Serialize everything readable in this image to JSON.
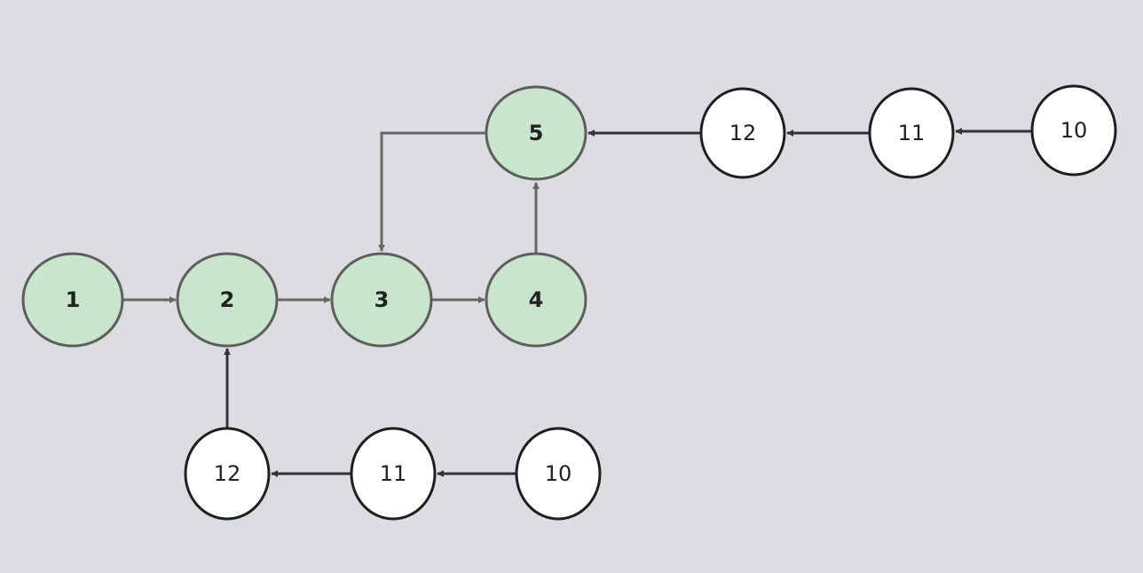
{
  "colors": {
    "background": "#dcdde1",
    "green_fill": "#c9e6cc",
    "green_stroke": "#5e5e5e",
    "white_fill": "#ffffff",
    "white_stroke": "#1f1f1f",
    "edge_gray": "#666666",
    "edge_dark": "#333333"
  },
  "nodes": [
    {
      "id": "n1",
      "label": "1",
      "style": "green"
    },
    {
      "id": "n2",
      "label": "2",
      "style": "green"
    },
    {
      "id": "n3",
      "label": "3",
      "style": "green"
    },
    {
      "id": "n4",
      "label": "4",
      "style": "green"
    },
    {
      "id": "n5",
      "label": "5",
      "style": "green"
    },
    {
      "id": "t12",
      "label": "12",
      "style": "white"
    },
    {
      "id": "t11",
      "label": "11",
      "style": "white"
    },
    {
      "id": "t10",
      "label": "10",
      "style": "white"
    },
    {
      "id": "b12",
      "label": "12",
      "style": "white"
    },
    {
      "id": "b11",
      "label": "11",
      "style": "white"
    },
    {
      "id": "b10",
      "label": "10",
      "style": "white"
    }
  ],
  "edges": [
    {
      "from": "n1",
      "to": "n2"
    },
    {
      "from": "n2",
      "to": "n3"
    },
    {
      "from": "n3",
      "to": "n4"
    },
    {
      "from": "n4",
      "to": "n5"
    },
    {
      "from": "n5",
      "to": "n3"
    },
    {
      "from": "t12",
      "to": "n5"
    },
    {
      "from": "t11",
      "to": "t12"
    },
    {
      "from": "t10",
      "to": "t11"
    },
    {
      "from": "b12",
      "to": "n2"
    },
    {
      "from": "b11",
      "to": "b12"
    },
    {
      "from": "b10",
      "to": "b11"
    }
  ]
}
